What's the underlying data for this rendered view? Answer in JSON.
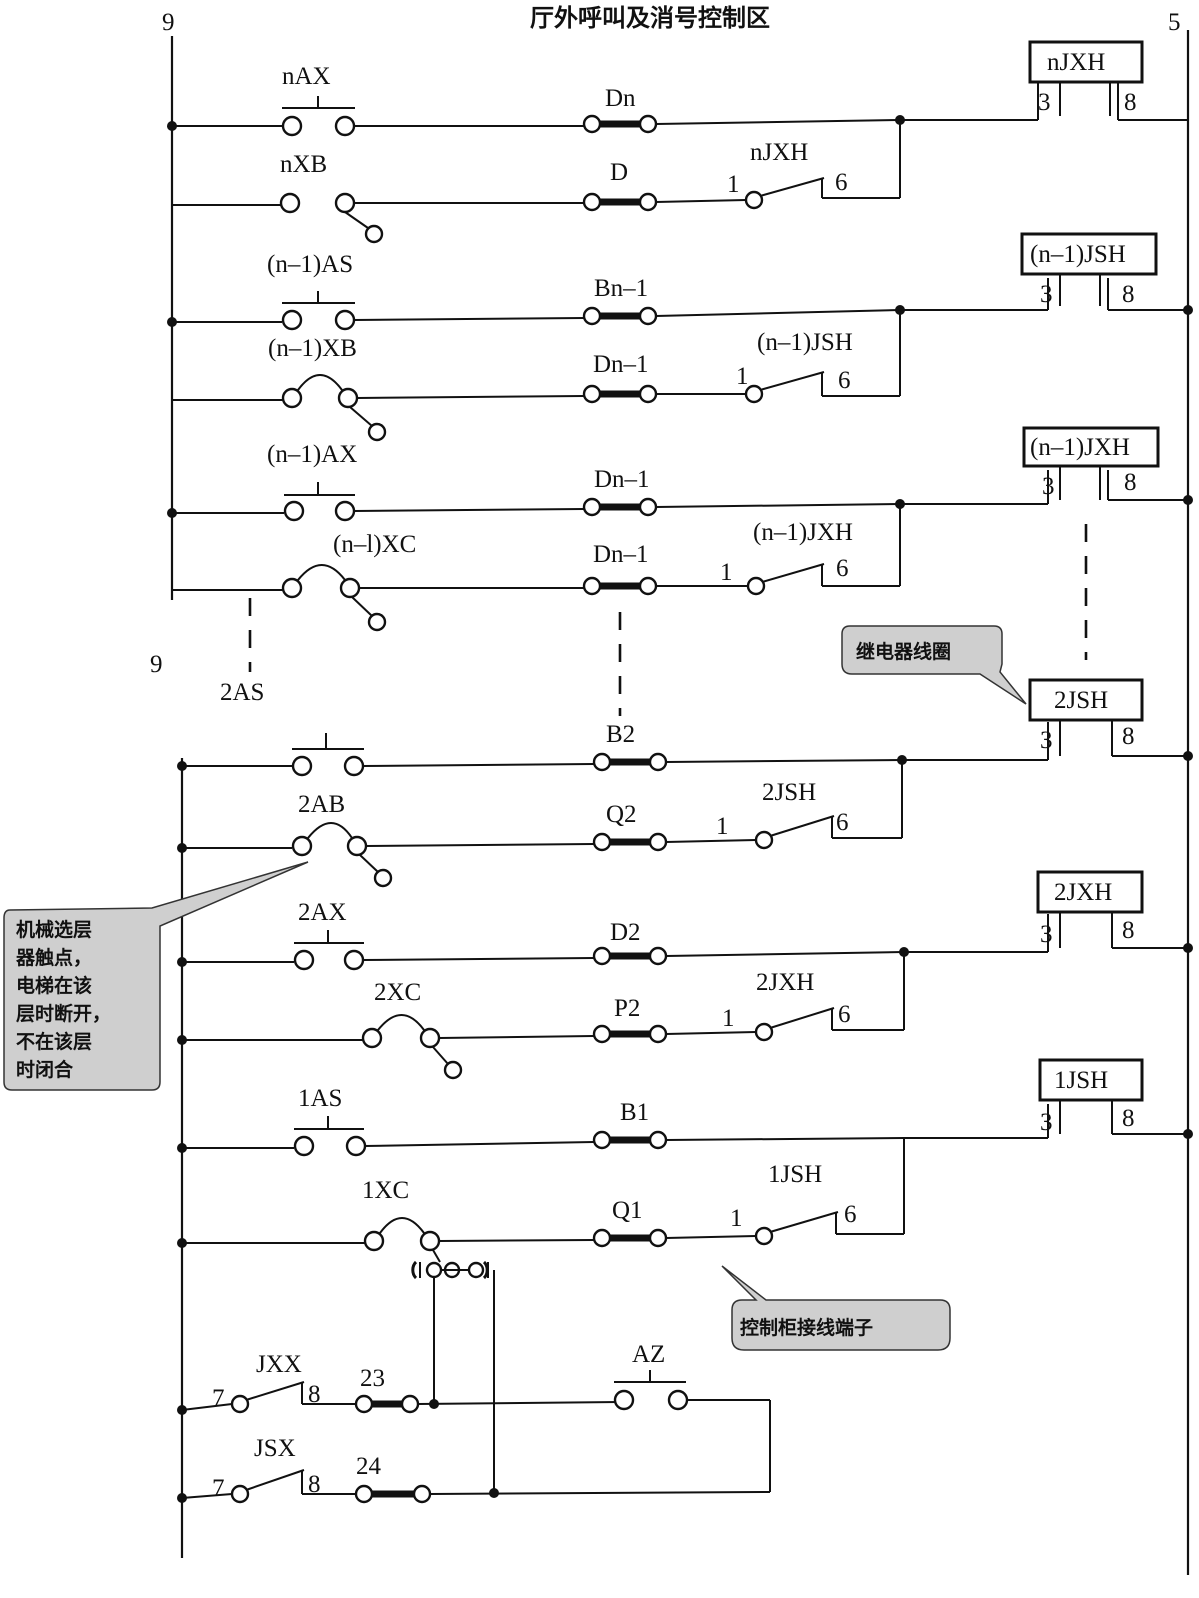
{
  "title": "厅外呼叫及消号控制区",
  "rails": {
    "left": "9",
    "right": "5",
    "left_mid": "9"
  },
  "contacts": {
    "nAX": "nAX",
    "nXB": "nXB",
    "n1AS": "(n–1)AS",
    "n1XB": "(n–1)XB",
    "n1AX": "(n–1)AX",
    "n1XC": "(n–l)XC",
    "twoAS": "2AS",
    "twoAB": "2AB",
    "twoAX": "2AX",
    "twoXC": "2XC",
    "oneAS": "1AS",
    "oneXC": "1XC",
    "JXX": "JXX",
    "JSX": "JSX",
    "AZ": "AZ"
  },
  "lamps": {
    "Dn": "Dn",
    "D": "D",
    "Bn1": "Bn–1",
    "Dn1a": "Dn–1",
    "Dn1b": "Dn–1",
    "Dn1c": "Dn–1",
    "B2": "B2",
    "Q2": "Q2",
    "D2": "D2",
    "P2": "P2",
    "B1": "B1",
    "Q1": "Q1",
    "t23": "23",
    "t24": "24"
  },
  "relay_contacts": {
    "nJXH": "nJXH",
    "n1JSH": "(n–1)JSH",
    "n1JXH": "(n–1)JXH",
    "twoJSH": "2JSH",
    "twoJXH": "2JXH",
    "oneJSH": "1JSH"
  },
  "coils": {
    "nJXH": "nJXH",
    "n1JSH": "(n–1)JSH",
    "n1JXH": "(n–1)JXH",
    "twoJSH": "2JSH",
    "twoJXH": "2JXH",
    "oneJSH": "1JSH"
  },
  "pins": {
    "p1": "1",
    "p3": "3",
    "p6": "6",
    "p7": "7",
    "p8": "8"
  },
  "callouts": {
    "relay_coil": "继电器线圈",
    "selector": [
      "机械选层",
      "器触点，",
      "电梯在该",
      "层时断开，",
      "不在该层",
      "时闭合"
    ],
    "terminal": "控制柜接线端子"
  }
}
